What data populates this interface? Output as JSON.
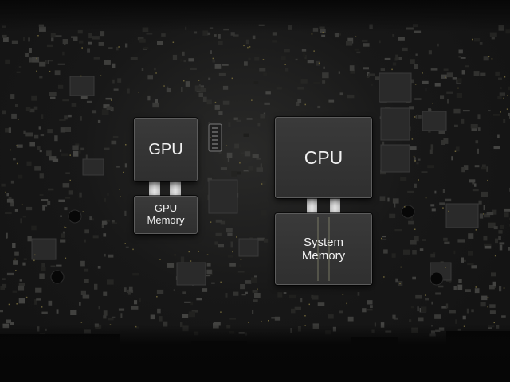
{
  "diagram": {
    "gpu": {
      "label": "GPU"
    },
    "gpu_memory": {
      "label": "GPU\nMemory"
    },
    "cpu": {
      "label": "CPU"
    },
    "system_memory": {
      "label": "System\nMemory"
    }
  },
  "colors": {
    "background": "#141414",
    "chip_fill": "#343434",
    "chip_border": "#5c5c5c",
    "bus": "#d9d9d9",
    "label": "#f2f2f2"
  }
}
